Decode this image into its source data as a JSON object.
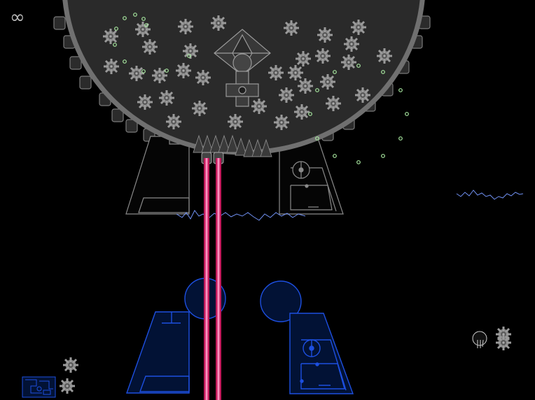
{
  "hud": {
    "lives_symbol": "∞"
  },
  "colors": {
    "background": "#000000",
    "boss_body": "#2a2a2a",
    "boss_outline": "#6f6f6f",
    "gear": "#8a8a8a",
    "orb_green": "#a8e8a0",
    "laser": "#e0226a",
    "laser_core": "#ff7fb0",
    "player_blue": "#1d4fe0",
    "player_fill": "#021235",
    "electric": "#6f8ff0",
    "enemy_outline": "#cfcfcf"
  },
  "icons": {
    "boss": "boss-mothership",
    "gear": "gear-mine-icon",
    "laser": "laser-beam",
    "player": "player-ship-blue",
    "orb": "energy-orb",
    "lives": "infinity-icon",
    "minimap": "minimap-icon"
  },
  "game": {
    "lasers_active": 2,
    "boss_turrets_visible": 2
  }
}
